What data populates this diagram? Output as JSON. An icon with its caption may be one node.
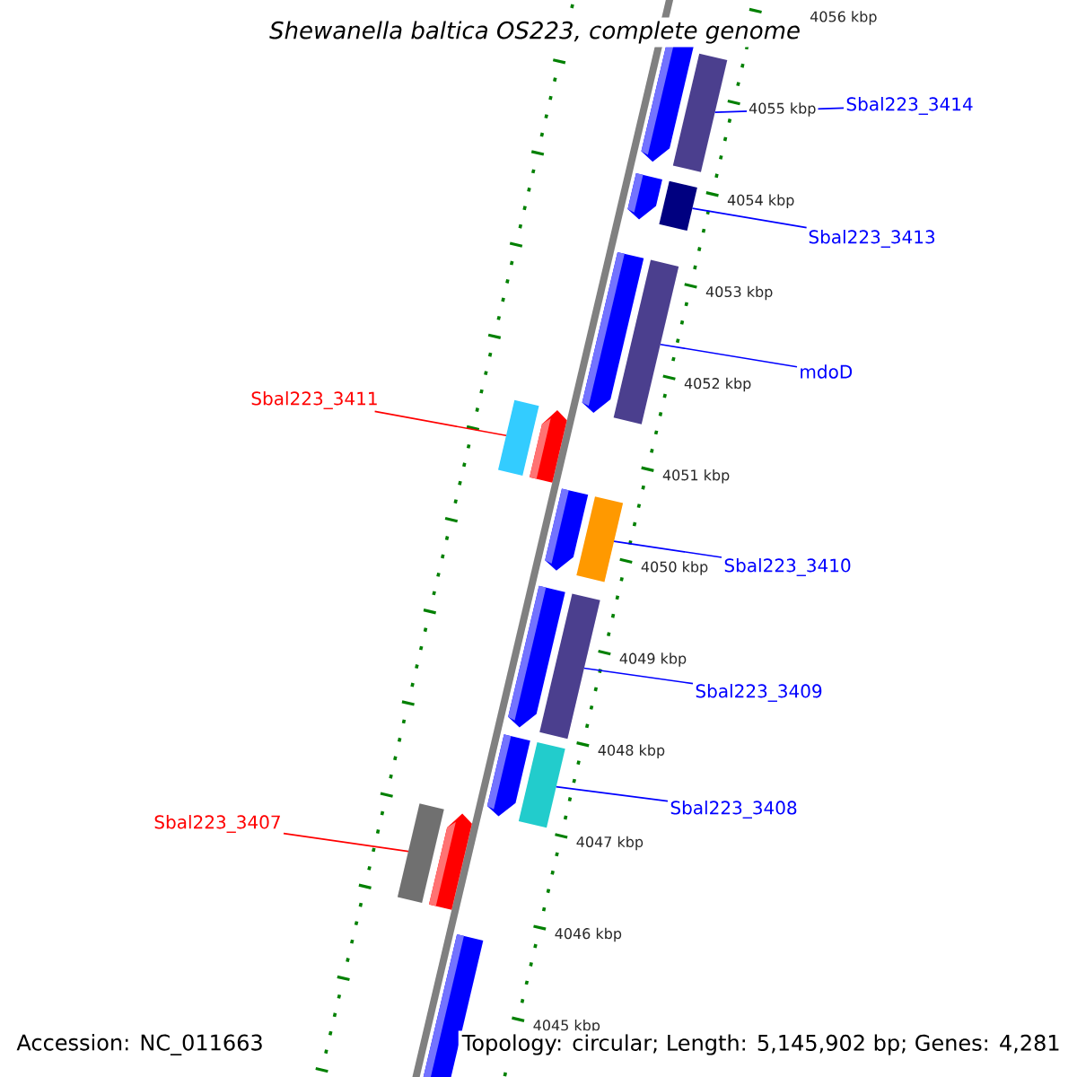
{
  "diagram": {
    "title": "Shewanella baltica OS223, complete genome",
    "nodes": [
      {
        "text": [
          "Sbal223_3414"
        ]
      },
      {
        "text": [],
        "shape": "bar"
      },
      {
        "text": [
          "Sbal223_3413"
        ]
      },
      {
        "text": [],
        "shape": "bar"
      },
      {
        "text": [
          "mdoD"
        ]
      },
      {
        "text": [],
        "shape": "bar"
      },
      {
        "text": [
          "Sbal223_3411"
        ]
      },
      {
        "text": [],
        "shape": "bar"
      },
      {
        "text": [
          "Sbal223_3410"
        ]
      },
      {
        "text": [],
        "shape": "bar"
      },
      {
        "text": [
          "Sbal223_3409"
        ]
      },
      {
        "text": [],
        "shape": "bar"
      },
      {
        "text": [
          "Sbal223_3408"
        ]
      },
      {
        "text": [],
        "shape": "bar"
      },
      {
        "text": [
          "Sbal223_3407"
        ]
      },
      {
        "text": [],
        "shape": "bar"
      }
    ],
    "edges": [
      {
        "from": 0,
        "to": 1,
        "arrow": "none"
      },
      {
        "from": 2,
        "to": 3,
        "arrow": "none"
      },
      {
        "from": 4,
        "to": 5,
        "arrow": "none"
      },
      {
        "from": 6,
        "to": 7,
        "arrow": "none",
        "color": "#ff0000"
      },
      {
        "from": 8,
        "to": 9,
        "arrow": "none"
      },
      {
        "from": 10,
        "to": 11,
        "arrow": "none"
      },
      {
        "from": 12,
        "to": 13,
        "arrow": "none"
      },
      {
        "from": 14,
        "to": 15,
        "arrow": "none",
        "color": "#ff0000"
      }
    ],
    "labels": [
      "4056 kbp",
      "4055 kbp",
      "4054 kbp",
      "4053 kbp",
      "4052 kbp",
      "4051 kbp",
      "4050 kbp",
      "4049 kbp",
      "4048 kbp",
      "4047 kbp",
      "4046 kbp",
      "4045 kbp",
      "Accession: NC_011663",
      "Topology: circular; Length: 5,145,902 bp; Genes: 4,281"
    ]
  }
}
